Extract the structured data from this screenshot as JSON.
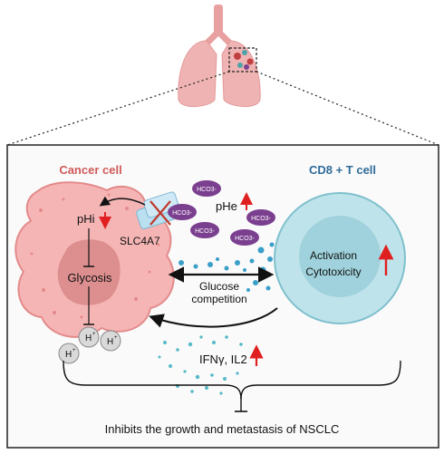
{
  "cancer_cell": {
    "title": "Cancer cell",
    "phi": "pHi",
    "glycosis": "Glycosis",
    "proton": "H",
    "proton_sup": "+",
    "transporter": "SLC4A7"
  },
  "tme": {
    "bicarbonate": "HCO3-",
    "phe": "pHe",
    "glucose_line1": "Glucose",
    "glucose_line2": "competition",
    "cytokines": "IFNγ, IL2"
  },
  "t_cell": {
    "title": "CD8 + T cell",
    "activation": "Activation",
    "cytotoxicity": "Cytotoxicity"
  },
  "summary": "Inhibits the growth and metastasis of NSCLC",
  "colors": {
    "cancer_title": "#d05a5a",
    "tcell_title": "#2f6b99",
    "up_arrow": "#e02020",
    "down_arrow": "#e02020",
    "bicarbonate_fill": "#7b3f8f"
  }
}
